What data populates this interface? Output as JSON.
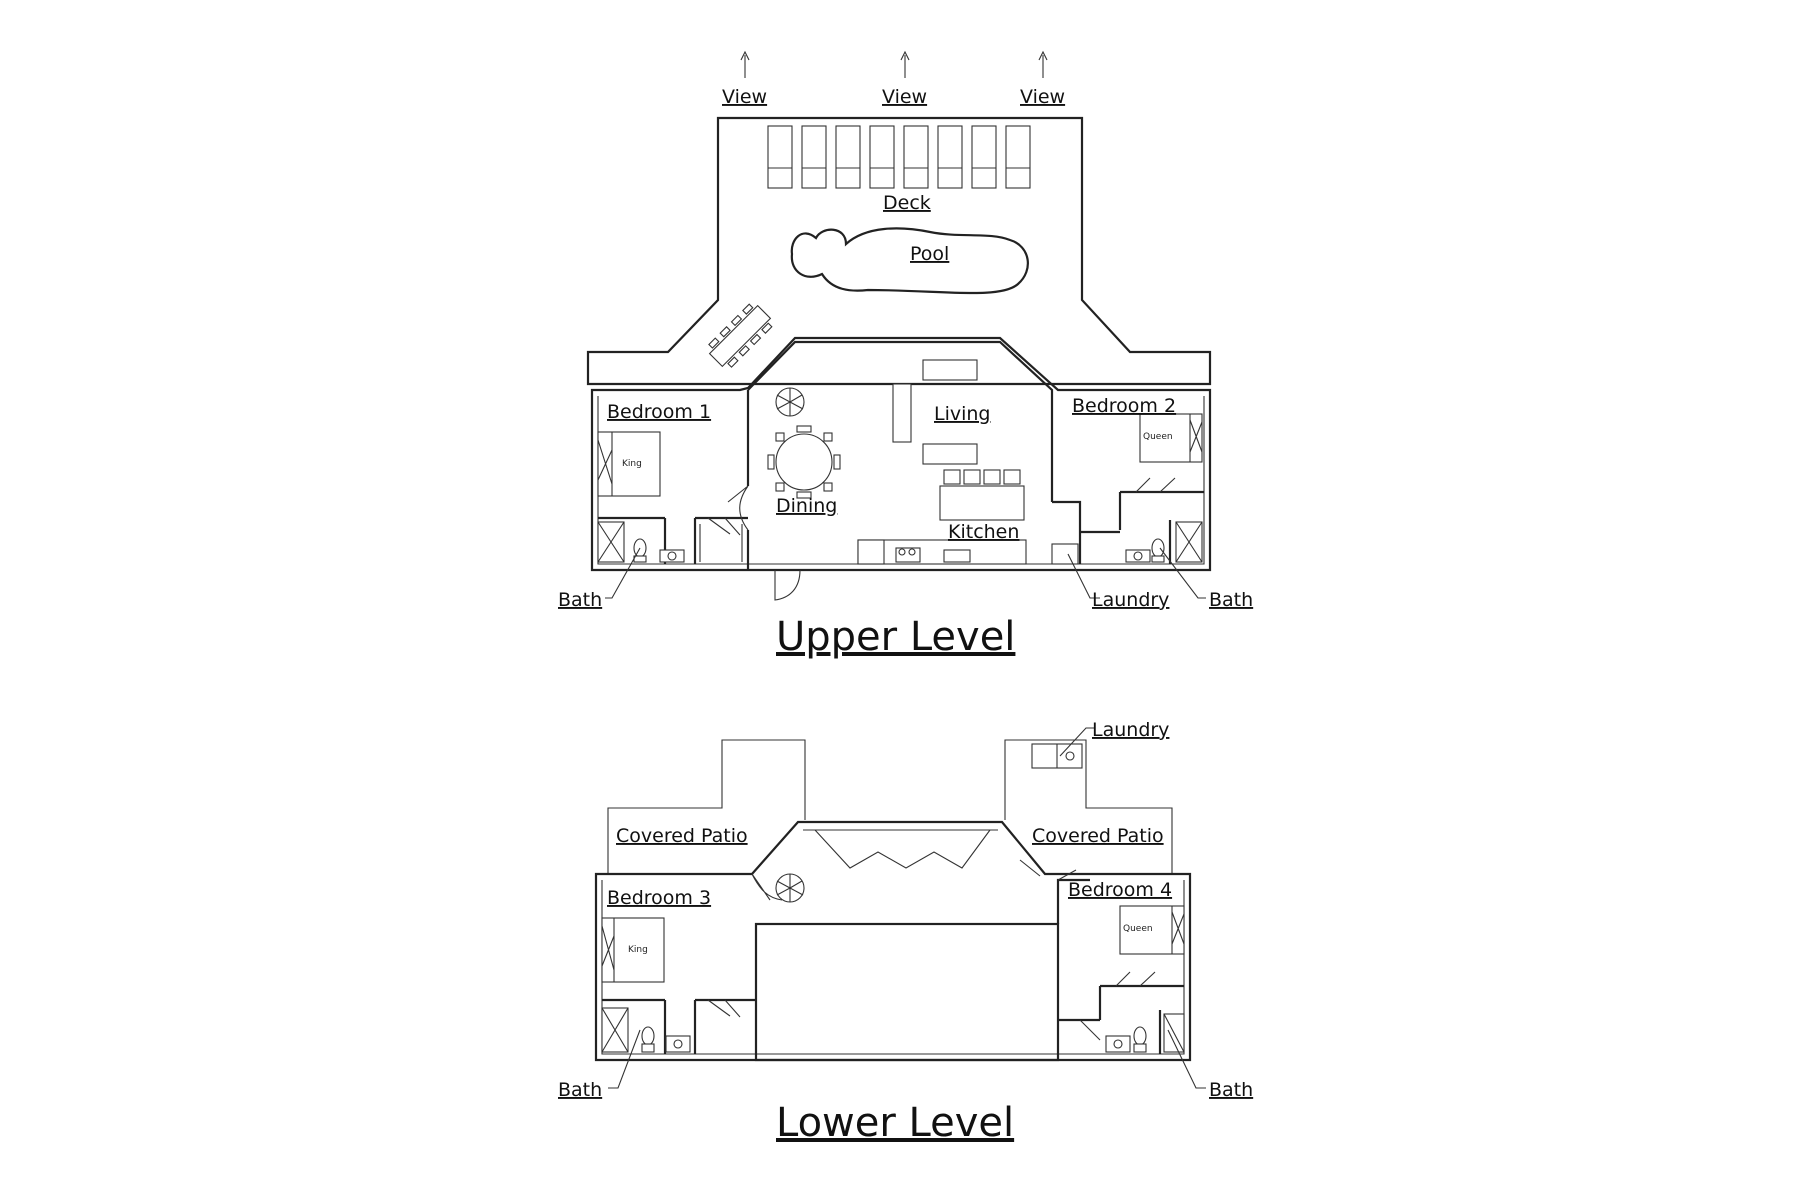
{
  "upper": {
    "title": "Upper Level",
    "views": [
      "View",
      "View",
      "View"
    ],
    "deck": "Deck",
    "pool": "Pool",
    "bedroom1": "Bedroom 1",
    "bedroom2": "Bedroom 2",
    "living": "Living",
    "dining": "Dining",
    "kitchen": "Kitchen",
    "bath_left": "Bath",
    "bath_right": "Bath",
    "laundry": "Laundry",
    "bed1_size": "King",
    "bed2_size": "Queen"
  },
  "lower": {
    "title": "Lower Level",
    "laundry": "Laundry",
    "patio_left": "Covered Patio",
    "patio_right": "Covered Patio",
    "bedroom3": "Bedroom 3",
    "bedroom4": "Bedroom 4",
    "bath_left": "Bath",
    "bath_right": "Bath",
    "bed3_size": "King",
    "bed4_size": "Queen"
  }
}
